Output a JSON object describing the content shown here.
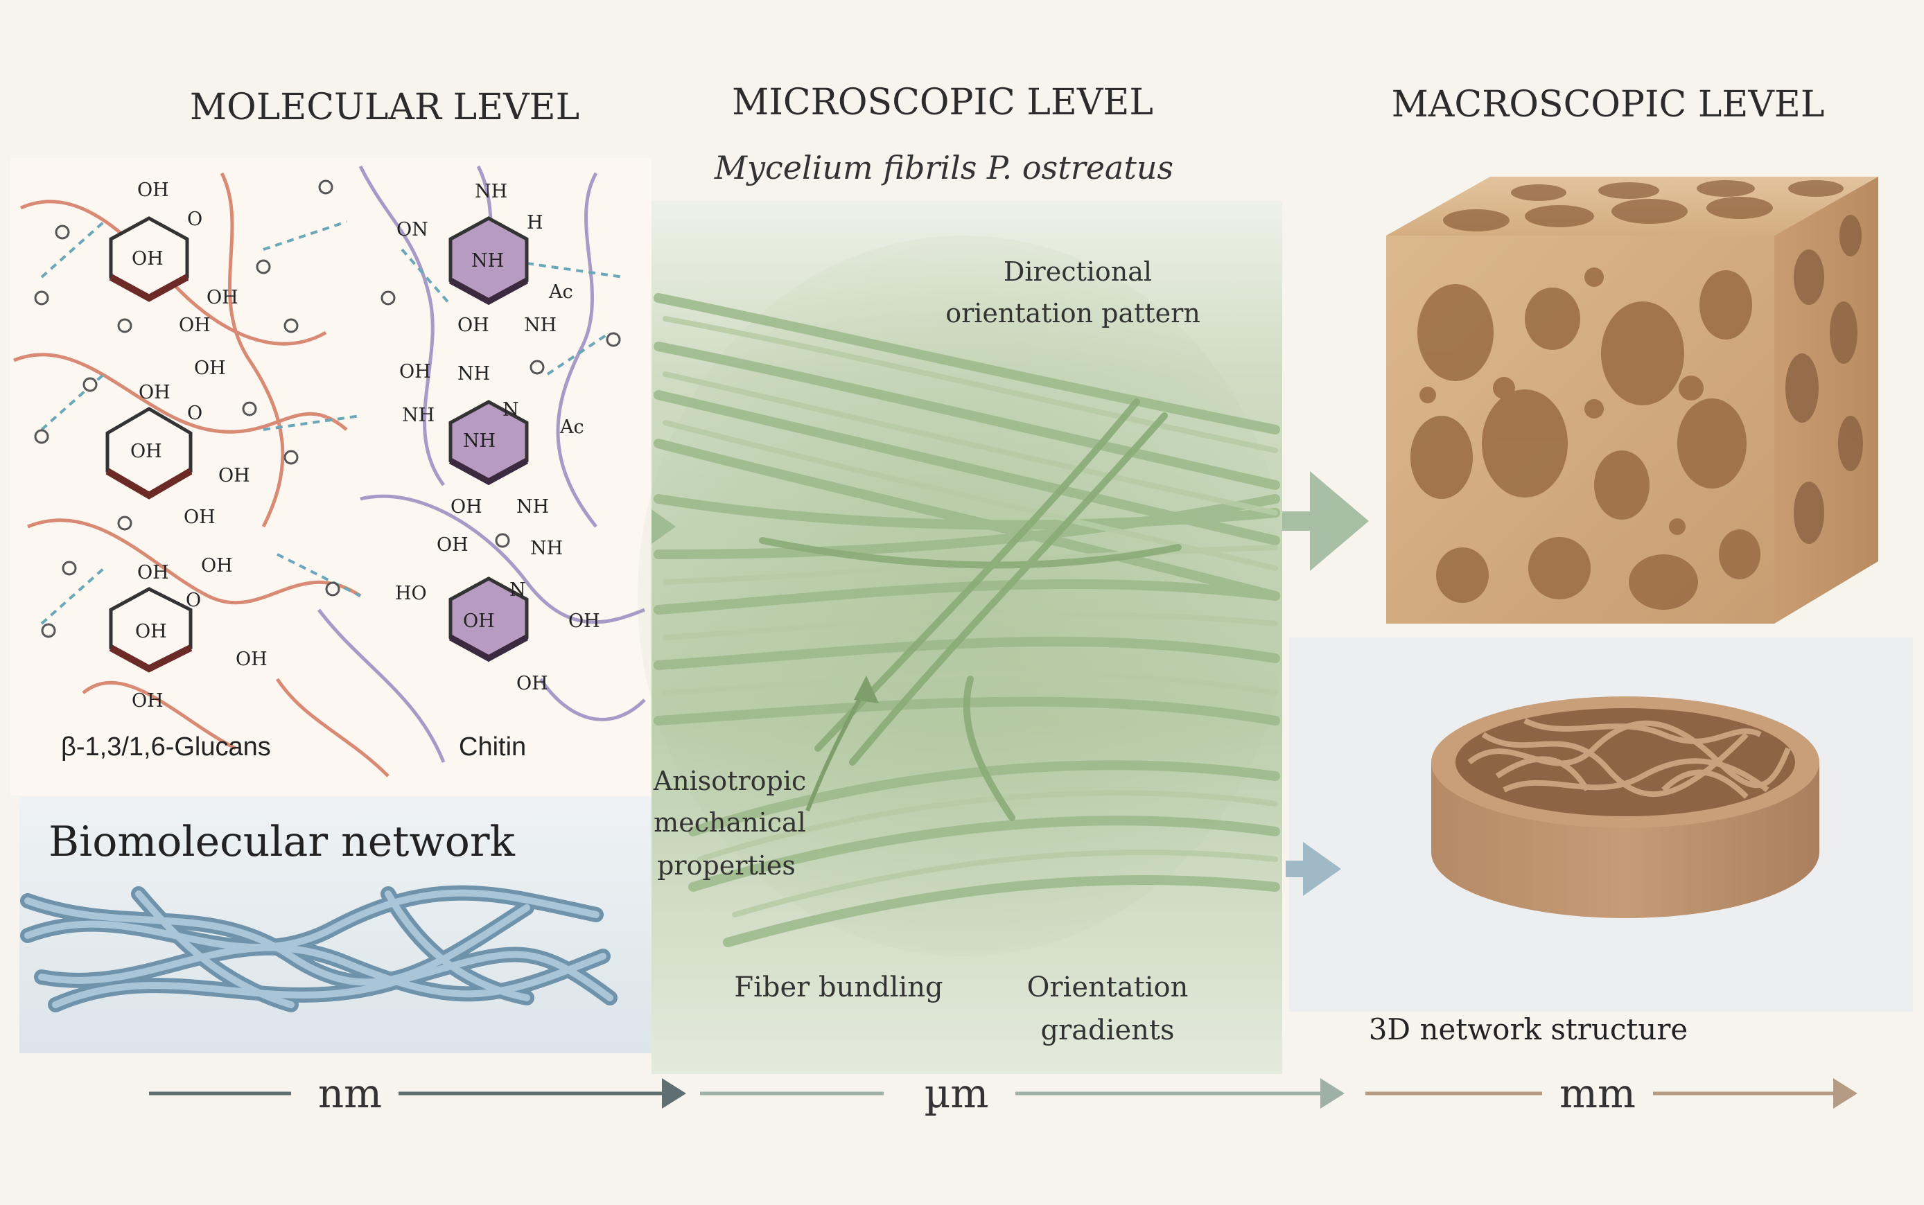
{
  "headers": {
    "molecular": "MOLECULAR LEVEL",
    "microscopic": "MICROSCOPIC LEVEL",
    "macroscopic": "MACROSCOPIC LEVEL"
  },
  "molecular": {
    "glucans_label": "β-1,3/1,6-Glucans",
    "chitin_label": "Chitin",
    "network_title": "Biomolecular network",
    "atoms": {
      "oh": "OH",
      "nh": "NH",
      "o": "O",
      "on": "ON",
      "h": "H",
      "ac": "Ac",
      "n": "N",
      "ho": "HO"
    }
  },
  "microscopic": {
    "subtitle": "Mycelium fibrils P. ostreatus",
    "directional_line1": "Directional",
    "directional_line2": "orientation pattern",
    "aniso_line1": "Anisotropic",
    "aniso_line2": "mechanical",
    "aniso_line3": "properties",
    "fiber_bundling": "Fiber bundling",
    "orient_line1": "Orientation",
    "orient_line2": "gradients"
  },
  "macroscopic": {
    "network_structure": "3D network structure"
  },
  "scale": {
    "nm": "nm",
    "um": "µm",
    "mm": "mm"
  },
  "colors": {
    "glucan_strand": "#d98a74",
    "chitin_strand": "#a79ac7",
    "chitin_ring": "#b89bc0",
    "hbond": "#6aa7b8",
    "fiber": "#9cb98a",
    "network_fiber": "#8fb3c9",
    "cube": "#d7b189",
    "disc": "#b98e6a",
    "arrow_green": "#a8bfa6",
    "arrow_blue": "#9fb9c7"
  }
}
